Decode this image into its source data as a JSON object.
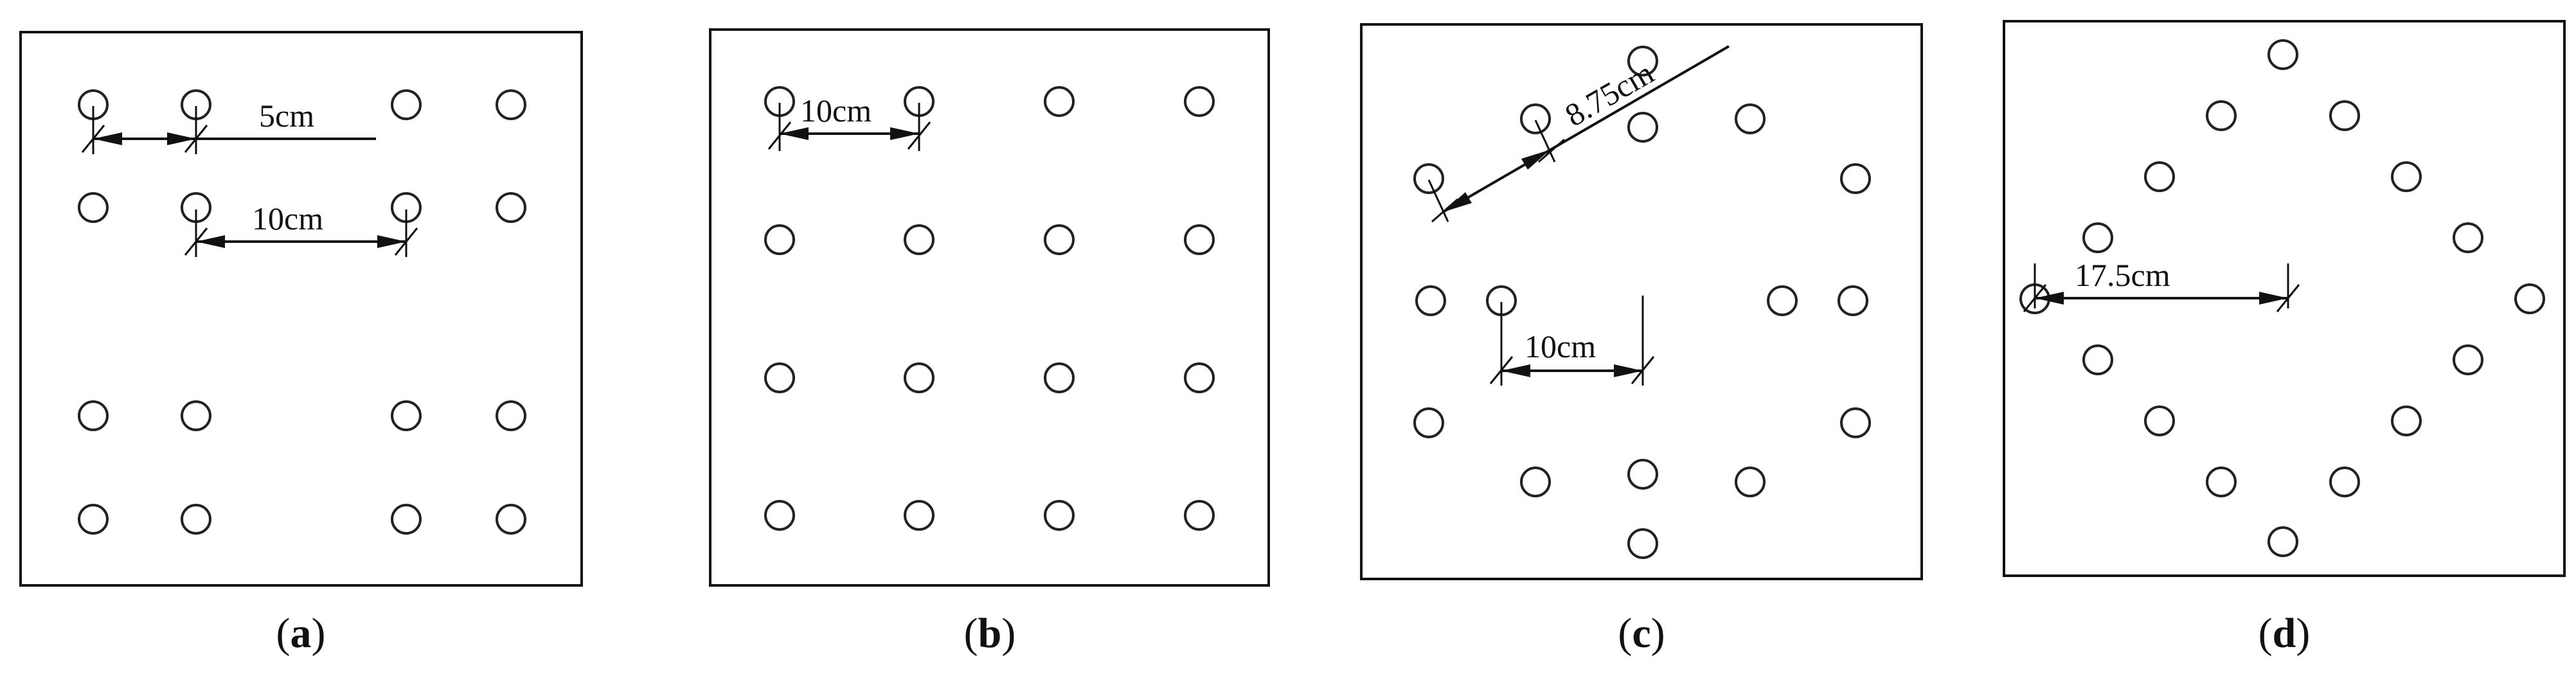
{
  "panels": [
    {
      "caption_letter": "a",
      "labels": [
        "5cm",
        "10cm"
      ]
    },
    {
      "caption_letter": "b",
      "labels": [
        "10cm"
      ]
    },
    {
      "caption_letter": "c",
      "labels": [
        "8.75cm",
        "10cm"
      ]
    },
    {
      "caption_letter": "d",
      "labels": [
        "17.5cm"
      ]
    }
  ]
}
